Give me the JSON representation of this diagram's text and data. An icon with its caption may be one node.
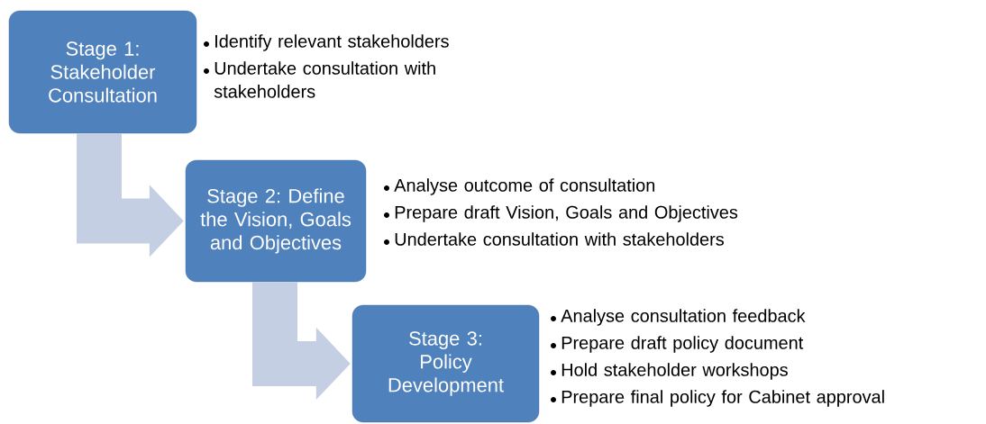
{
  "diagram": {
    "nodes": [
      {
        "text": [
          "Stage 1: Stakeholder Consultation"
        ],
        "beside": [
          "Identify relevant stakeholders",
          "Undertake consultation with stakeholders"
        ]
      },
      {
        "text": [
          "Stage 2: Define the Vision, Goals and Objectives"
        ],
        "beside": [
          "Analyse outcome of consultation",
          "Prepare draft Vision, Goals and Objectives",
          "Undertake consultation with stakeholders"
        ]
      },
      {
        "text": [
          "Stage 3: Policy Development"
        ],
        "beside": [
          "Analyse consultation feedback",
          "Prepare draft policy document",
          "Hold stakeholder workshops",
          "Prepare final policy for Cabinet approval"
        ]
      }
    ],
    "edges": [
      {
        "from": 0,
        "to": 1,
        "arrow": "to"
      },
      {
        "from": 1,
        "to": 2,
        "arrow": "to"
      }
    ]
  }
}
